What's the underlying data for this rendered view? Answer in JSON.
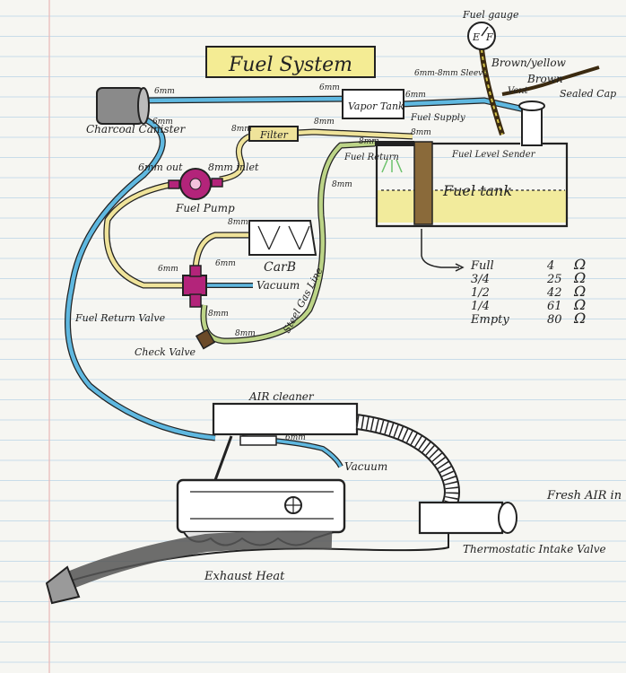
{
  "title": "Fuel System",
  "labels": {
    "charcoal_canister": "Charcoal Canister",
    "fuel_gauge": "Fuel gauge",
    "gauge_letters": "E",
    "gauge_letters2": "F",
    "brown_yellow": "Brown/yellow",
    "brown": "Brown",
    "sealed_cap": "Sealed Cap",
    "vent": "Vent",
    "vapor_tank": "Vapor Tank",
    "sleeve": "6mm-8mm Sleeve",
    "fuel_supply": "Fuel Supply",
    "fuel_return": "Fuel Return",
    "fuel_level_sender": "Fuel Level Sender",
    "fuel_tank": "Fuel tank",
    "filter": "Filter",
    "fuel_pump": "Fuel Pump",
    "six_mm_out": "6mm out",
    "eight_mm_inlet": "8mm inlet",
    "carb": "CarB",
    "vacuum_line": "Vacuum",
    "fuel_return_valve": "Fuel Return Valve",
    "check_valve": "Check Valve",
    "steel_gas_line": "Steel Gas Line",
    "air_cleaner": "AIR cleaner",
    "vacuum2": "Vacuum",
    "fresh_air_in": "Fresh AIR in",
    "thermostatic": "Thermostatic Intake Valve",
    "exhaust_heat": "Exhaust Heat"
  },
  "sizes": {
    "s6": "6mm",
    "s8": "8mm"
  },
  "sender_table": [
    {
      "level": "Full",
      "ohms": "4",
      "unit": "Ω"
    },
    {
      "level": "3/4",
      "ohms": "25",
      "unit": "Ω"
    },
    {
      "level": "1/2",
      "ohms": "42",
      "unit": "Ω"
    },
    {
      "level": "1/4",
      "ohms": "61",
      "unit": "Ω"
    },
    {
      "level": "Empty",
      "ohms": "80",
      "unit": "Ω"
    }
  ],
  "colors": {
    "paper": "#f6f6f2",
    "rule": "#b9d3e6",
    "margin": "#e9b7b7",
    "blue_hose": "#5fb8e0",
    "yellow_hose": "#efe39a",
    "green_line": "#bcd487",
    "fuel": "#f2eb9c",
    "pump": "#b3247a",
    "title_box": "#f4ec94",
    "canister": "#8a8a8a"
  }
}
